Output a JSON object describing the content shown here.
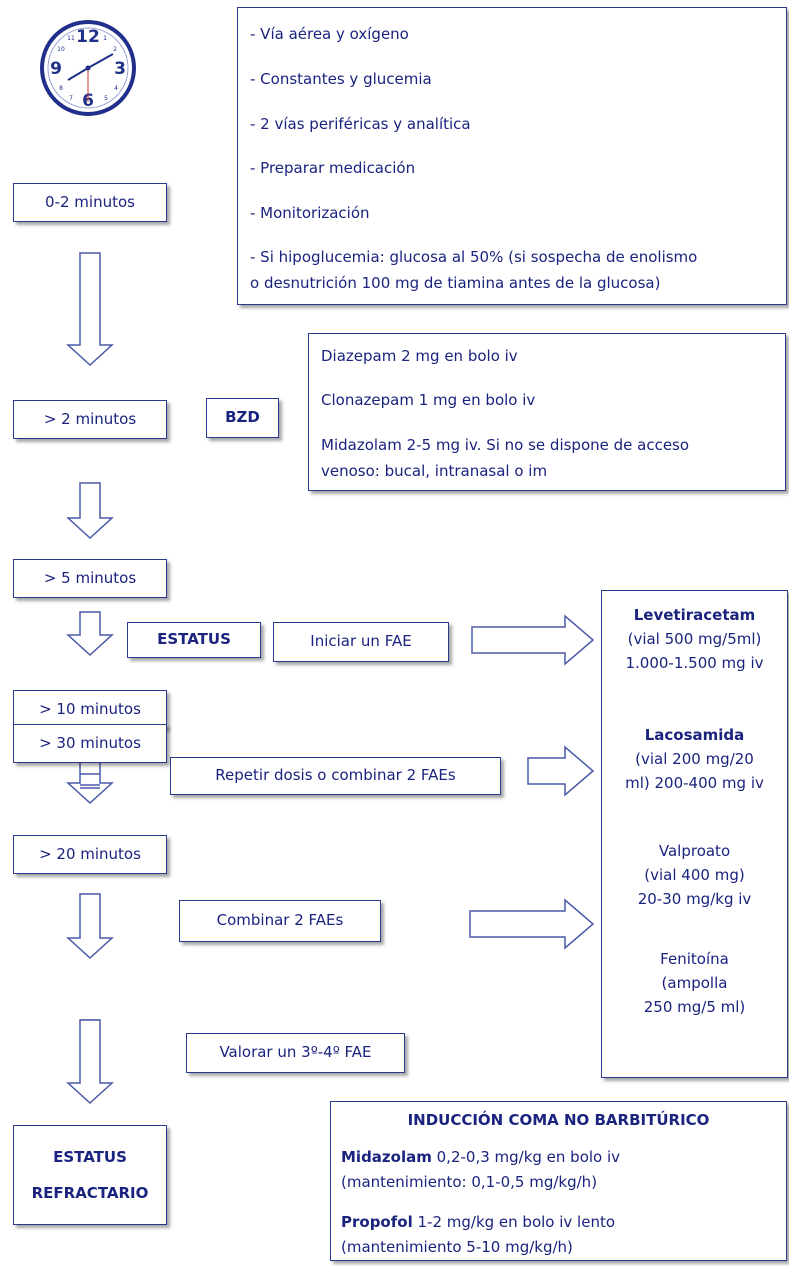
{
  "step_box": {
    "initial_actions": [
      "- Vía aérea y oxígeno",
      "- Constantes y glucemia",
      "- 2 vías periféricas y analítica",
      "- Preparar medicación",
      "- Monitorización",
      "- Si hipoglucemia: glucosa al 50% (si sospecha de enolismo",
      "o desnutrición 100 mg de tiamina antes de la glucosa)"
    ]
  },
  "timeline": {
    "t0": "0-2 minutos",
    "t2": "> 2 minutos",
    "t5": "> 5 minutos",
    "t10": "> 10 minutos",
    "t20": "> 20 minutos",
    "t30": "> 30 minutos",
    "refractory_line1": "ESTATUS",
    "refractory_line2": "REFRACTARIO"
  },
  "labels": {
    "bzd": "BZD",
    "estatus": "ESTATUS",
    "start_fae": "Iniciar un FAE",
    "repeat_fae": "Repetir dosis o combinar 2 FAEs",
    "combine_fae": "Combinar 2 FAEs",
    "consider_fae": "Valorar un 3º-4º FAE"
  },
  "bzd_options": [
    "Diazepam 2 mg en bolo iv",
    "Clonazepam 1 mg en bolo iv",
    "Midazolam 2-5 mg iv. Si no se dispone de acceso",
    "venoso: bucal, intranasal o im"
  ],
  "fae_drugs": {
    "lev_name": "Levetiracetam",
    "lev_l1": "(vial 500 mg/5ml)",
    "lev_l2": "1.000-1.500 mg iv",
    "lac_name": "Lacosamida",
    "lac_l1": "(vial 200 mg/20",
    "lac_l2": "ml) 200-400 mg iv",
    "val_name": "Valproato",
    "val_l1": "(vial 400 mg)",
    "val_l2": "20-30 mg/kg iv",
    "fen_name": "Fenitoína",
    "fen_l1": "(ampolla",
    "fen_l2": "250 mg/5 ml)"
  },
  "coma": {
    "title": "INDUCCIÓN COMA NO BARBITÚRICO",
    "midazolam_name": "Midazolam",
    "midazolam_dose": " 0,2-0,3 mg/kg en bolo iv",
    "midazolam_maint": "(mantenimiento: 0,1-0,5 mg/kg/h)",
    "propofol_name": "Propofol",
    "propofol_dose": " 1-2 mg/kg en bolo iv lento",
    "propofol_maint": "(mantenimiento 5-10 mg/kg/h)"
  },
  "clock": {
    "n12": "12",
    "n3": "3",
    "n6": "6",
    "n9": "9",
    "n1": "1",
    "n2": "2",
    "n4": "4",
    "n5": "5",
    "n7": "7",
    "n8": "8",
    "n10": "10",
    "n11": "11"
  },
  "colors": {
    "ink": "#1a237e",
    "border": "#2b3a8e"
  }
}
